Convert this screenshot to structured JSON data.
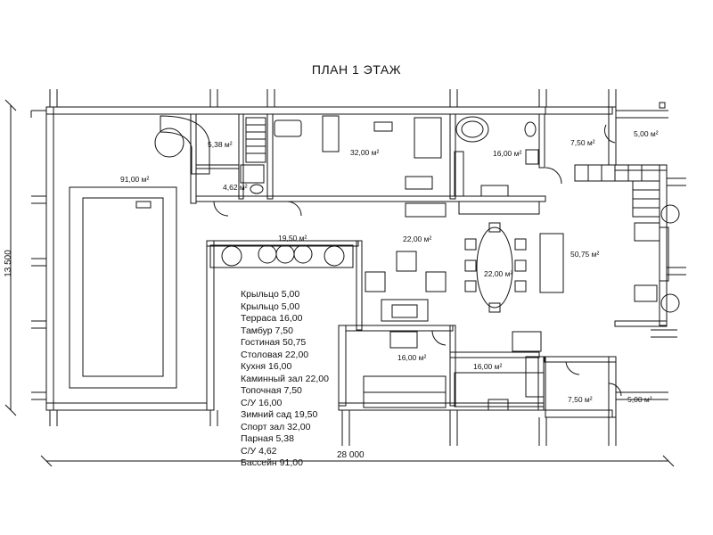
{
  "title": "ПЛАН 1 ЭТАЖ",
  "dimensions": {
    "width": "28 000",
    "height": "13 500"
  },
  "room_areas": [
    "91,00 м²",
    "5,38 м²",
    "4,62 м²",
    "32,00 м²",
    "16,00 м²",
    "7,50 м²",
    "5,00 м²",
    "19,50 м²",
    "22,00 м²",
    "22,00 м²",
    "50,75 м²",
    "16,00 м²",
    "16,00 м²",
    "7,50 м²",
    "5,00 м²"
  ],
  "legend": [
    "Крыльцо 5,00",
    "Крыльцо 5,00",
    "Терраса 16,00",
    "Тамбур 7,50",
    "Гостиная 50,75",
    "Столовая 22,00",
    "Кухня 16,00",
    "Каминный зал 22,00",
    "Топочная 7,50",
    "С/У 16,00",
    "Зимний сад 19,50",
    "Спорт зал 32,00",
    "Парная 5,38",
    "С/У 4,62",
    "Бассейн 91,00"
  ]
}
